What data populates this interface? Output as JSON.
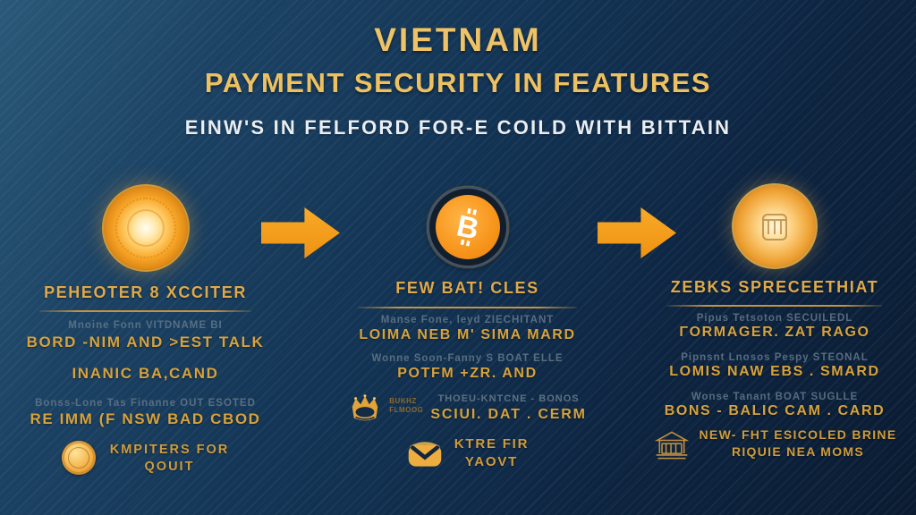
{
  "colors": {
    "background_dark": "#0a1b31",
    "background_light": "#2a5878",
    "gold_title": "#eec266",
    "gold_text": "#d7a23c",
    "arrow_orange": "#f59c1b",
    "bitcoin_orange": "#f7931a",
    "muted_text": "#5c7183",
    "subtitle_white": "#e9eef3"
  },
  "header": {
    "title": "VIETNAM",
    "title2": "PAYMENT SECURITY IN FEATURES",
    "subtitle": "EINW'S IN FELFORD FOR-E COILD WITH BITTAIN"
  },
  "arrows": {
    "icon": "right-arrow",
    "count": 2
  },
  "columns": {
    "c1": {
      "icon": "glowing-coin-icon",
      "heading": "PEHEOTER 8 XCCITER",
      "line1_muted": "Mnoine Fonn VITDNAME BI",
      "line2_gold": "BORD -NIM AND >EST TALK",
      "line3_gold": "INANIC BA,CAND",
      "line4_muted": "Bonss-Lone Tas Finanne OUT ESOTED",
      "line5_gold": "RE IMM (F NSW BAD CBOD",
      "badge": {
        "icon": "coin-icon",
        "text1": "KMPITERS FOR",
        "text2": "QOUIT"
      }
    },
    "c2": {
      "icon": "bitcoin-icon",
      "heading": "FEW BAT! CLES",
      "line1_muted": "Manse Fone, leyd ZIECHITANT",
      "line2_gold": "LOIMA NEB M' SIMA MARD",
      "line3_muted": "Wonne Soon-Fanny S BOAT ELLE",
      "line4_gold": "POTFM +ZR. AND",
      "crown_row": {
        "icon": "crown-icon",
        "tiny1": "BUKHZ",
        "tiny2": "FLMOOG",
        "muted": "THOEU-KNTCNE - BONOS",
        "gold": "SCIUI. DAT . CERM"
      },
      "wallet_row": {
        "icon": "wallet-icon",
        "text1": "KTRE FIR",
        "text2": "YAOVT"
      }
    },
    "c3": {
      "icon": "gold-coin-icon",
      "heading": "ZEBKS SPRECEETHIAT",
      "line1_muted": "Pipus Tetsoton SECUILEDL",
      "line2_gold": "ΓORMAGER. ZAT RAGO",
      "line3_muted": "Pipnsnt Lnosos Pespy STEONAL",
      "line4_gold": "LOMIS NAW EBS . SMARD",
      "line5_muted": "Wonse Tanant BOAT SUGLLE",
      "line6_gold": "BONS - BALIC CAM . CARD",
      "bank_row": {
        "icon": "bank-outline-icon",
        "text1": "NEW- FHT ESICOLED BRINE",
        "text2": "RIQUIE NEA MOMS"
      }
    }
  }
}
